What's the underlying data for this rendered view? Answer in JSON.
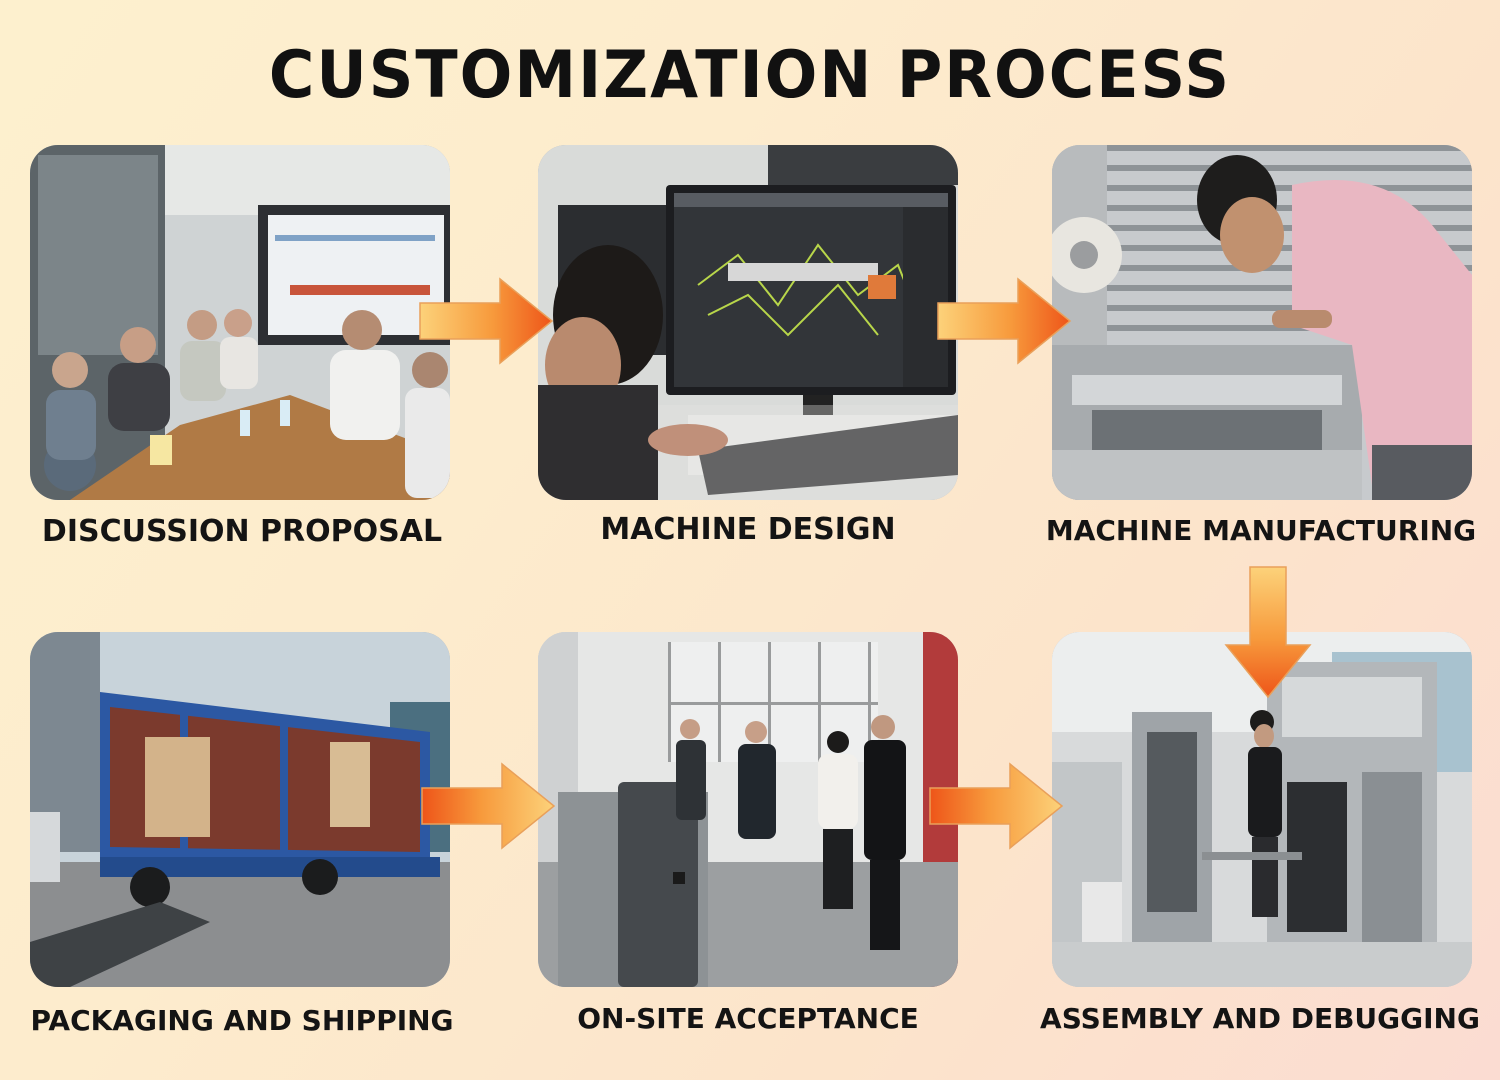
{
  "title": "CUSTOMIZATION PROCESS",
  "steps": [
    {
      "label": "DISCUSSION PROPOSAL"
    },
    {
      "label": "MACHINE DESIGN"
    },
    {
      "label": "MACHINE MANUFACTURING"
    },
    {
      "label": "ASSEMBLY AND DEBUGGING"
    },
    {
      "label": "ON-SITE ACCEPTANCE"
    },
    {
      "label": "PACKAGING AND SHIPPING"
    }
  ],
  "colors": {
    "arrow_light": "#fcc56a",
    "arrow_dark": "#ef5a1c",
    "title_text": "#111111"
  }
}
